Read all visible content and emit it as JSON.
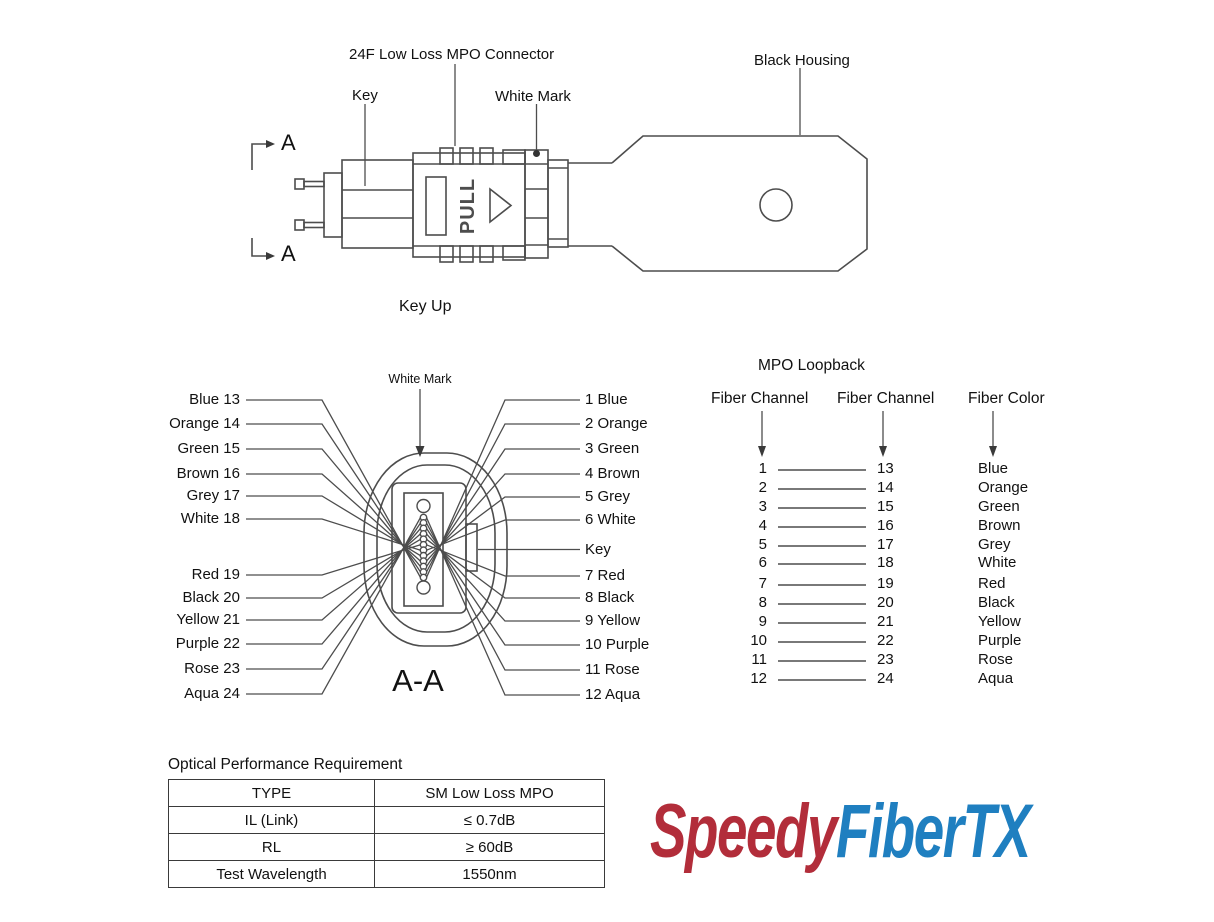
{
  "top_drawing": {
    "connector_label": "24F Low Loss MPO Connector",
    "key_label": "Key",
    "white_mark_label": "White Mark",
    "black_housing_label": "Black Housing",
    "section_marker_top": "A",
    "section_marker_bottom": "A",
    "pull_text": "PULL",
    "caption": "Key Up"
  },
  "cross_section": {
    "white_mark_label": "White Mark",
    "key_label": "Key",
    "caption": "A-A",
    "left_labels": [
      "Blue 13",
      "Orange 14",
      "Green 15",
      "Brown 16",
      "Grey 17",
      "White 18",
      "Red 19",
      "Black 20",
      "Yellow 21",
      "Purple 22",
      "Rose 23",
      "Aqua 24"
    ],
    "right_labels": [
      "1 Blue",
      "2 Orange",
      "3 Green",
      "4 Brown",
      "5 Grey",
      "6 White",
      "7 Red",
      "8 Black",
      "9 Yellow",
      "10 Purple",
      "11 Rose",
      "12 Aqua"
    ]
  },
  "loopback": {
    "title": "MPO Loopback",
    "columns": [
      "Fiber Channel",
      "Fiber Channel",
      "Fiber Color"
    ],
    "rows": [
      {
        "a": "1",
        "b": "13",
        "color": "Blue"
      },
      {
        "a": "2",
        "b": "14",
        "color": "Orange"
      },
      {
        "a": "3",
        "b": "15",
        "color": "Green"
      },
      {
        "a": "4",
        "b": "16",
        "color": "Brown"
      },
      {
        "a": "5",
        "b": "17",
        "color": "Grey"
      },
      {
        "a": "6",
        "b": "18",
        "color": "White"
      },
      {
        "a": "7",
        "b": "19",
        "color": "Red"
      },
      {
        "a": "8",
        "b": "20",
        "color": "Black"
      },
      {
        "a": "9",
        "b": "21",
        "color": "Yellow"
      },
      {
        "a": "10",
        "b": "22",
        "color": "Purple"
      },
      {
        "a": "11",
        "b": "23",
        "color": "Rose"
      },
      {
        "a": "12",
        "b": "24",
        "color": "Aqua"
      }
    ]
  },
  "performance": {
    "title": "Optical Performance Requirement",
    "rows": [
      {
        "label": "TYPE",
        "value": "SM Low Loss MPO"
      },
      {
        "label": "IL (Link)",
        "value": "≤ 0.7dB"
      },
      {
        "label": "RL",
        "value": "≥ 60dB"
      },
      {
        "label": "Test Wavelength",
        "value": "1550nm"
      }
    ]
  },
  "logo": {
    "text_red": "Speedy",
    "text_blue": "FiberTX",
    "color_red": "#b22d3a",
    "color_blue": "#1f7fc0"
  }
}
